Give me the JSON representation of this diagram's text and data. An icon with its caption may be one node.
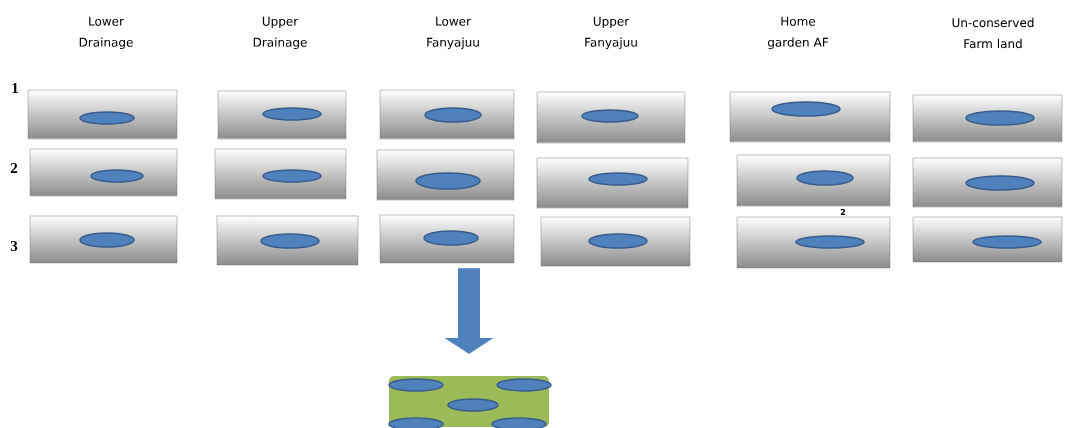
{
  "diagram": {
    "nodes": [
      {
        "text": [],
        "shape": "box"
      },
      {
        "text": [],
        "shape": "box"
      },
      {
        "text": [],
        "shape": "box"
      },
      {
        "text": [],
        "shape": "box"
      },
      {
        "text": [],
        "shape": "box"
      },
      {
        "text": [],
        "shape": "box"
      },
      {
        "text": [],
        "shape": "box"
      },
      {
        "text": [],
        "shape": "box"
      },
      {
        "text": [],
        "shape": "box"
      },
      {
        "text": [],
        "shape": "box"
      },
      {
        "text": [],
        "shape": "box"
      },
      {
        "text": [],
        "shape": "box"
      },
      {
        "text": [],
        "shape": "box"
      },
      {
        "text": [],
        "shape": "box"
      },
      {
        "text": [],
        "shape": "box"
      },
      {
        "text": [],
        "shape": "box"
      },
      {
        "text": [],
        "shape": "box"
      },
      {
        "text": [],
        "shape": "box"
      },
      {
        "text": [],
        "shape": "box"
      }
    ],
    "edges": [
      {
        "from": 14,
        "to": 18,
        "arrow": "to"
      }
    ],
    "labels": [
      "Lower Drainage",
      "Upper Drainage",
      "Lower Fanyajuu",
      "Upper Fanyajuu",
      "Home garden AF",
      "Un-conserved Farm land",
      "1",
      "2",
      "2",
      "3"
    ]
  }
}
